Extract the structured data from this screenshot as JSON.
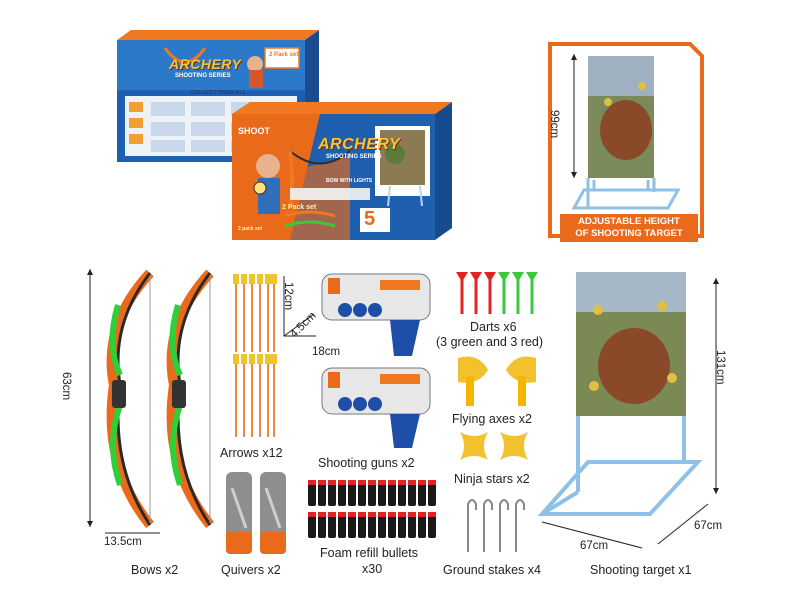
{
  "box_back": {
    "brand": "ARCHERY",
    "subtitle": "SHOOTING SERIES",
    "collect": "COLLECT THEM ALL",
    "pack": "2 Pack set"
  },
  "box_front": {
    "shoot": "SHOOT",
    "brand": "ARCHERY",
    "subtitle": "SHOOTING SERIES",
    "lights": "BOW WITH LIGHTS",
    "pack": "2 Pack set",
    "bignum": "5",
    "flag": "2 pack set"
  },
  "target_inset": {
    "height_label": "99cm",
    "badge_line1": "ADJUSTABLE HEIGHT",
    "badge_line2": "OF SHOOTING TARGET"
  },
  "bows": {
    "label": "Bows x2",
    "height": "63cm",
    "width": "13.5cm"
  },
  "arrows": {
    "label": "Arrows x12"
  },
  "quivers": {
    "label": "Quivers x2"
  },
  "guns": {
    "label": "Shooting guns x2",
    "dim_h": "12cm",
    "dim_d": "4.5cm",
    "dim_w": "18cm"
  },
  "bullets": {
    "label_line1": "Foam refill bullets",
    "label_line2": "x30"
  },
  "darts": {
    "label_line1": "Darts x6",
    "label_line2": "(3 green and 3 red)"
  },
  "axes": {
    "label": "Flying axes x2"
  },
  "stars": {
    "label": "Ninja stars x2"
  },
  "stakes": {
    "label": "Ground stakes x4"
  },
  "target": {
    "label": "Shooting target x1",
    "height": "131cm",
    "width": "67cm",
    "depth": "67cm"
  },
  "colors": {
    "orange": "#ea6a1c",
    "box_blue": "#1f5fb0",
    "green": "#3cc83c",
    "red": "#e02424",
    "yellow": "#f2c12e",
    "frame_blue": "#8fc0e8"
  }
}
